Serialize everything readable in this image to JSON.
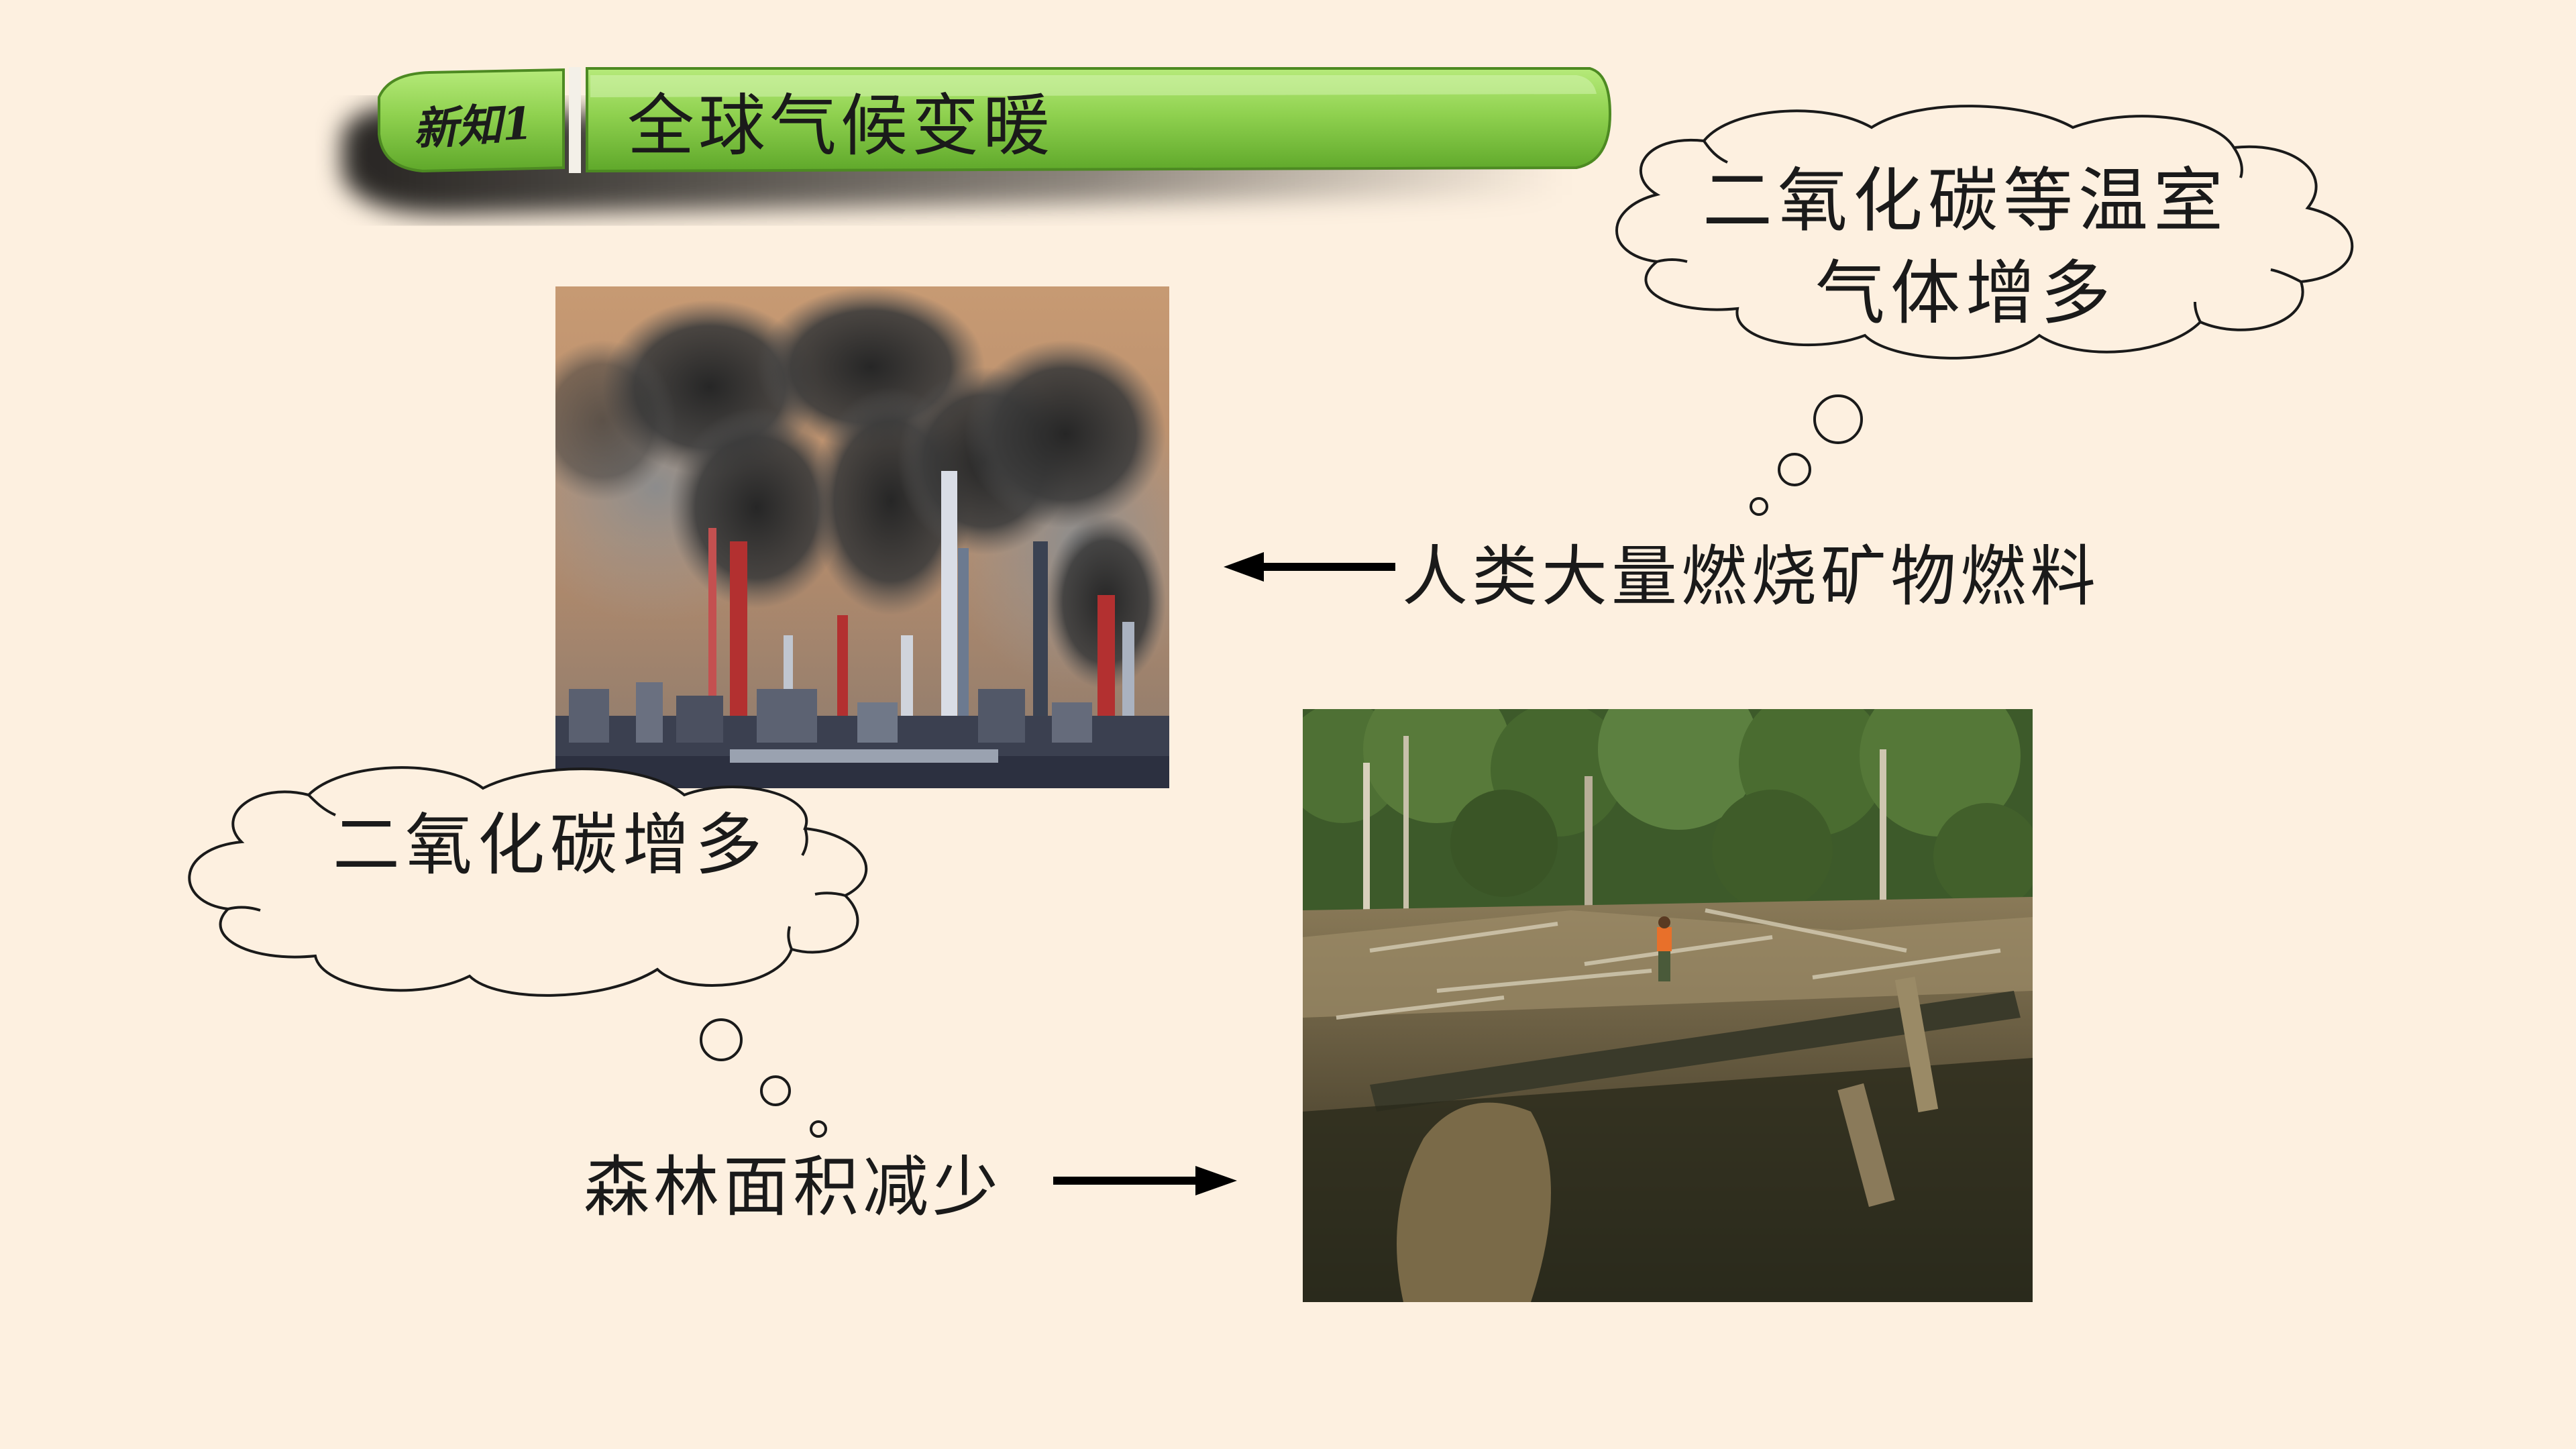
{
  "banner": {
    "badge": "新知1",
    "title": "全球气候变暖"
  },
  "images": {
    "factory": "factory-smoke-photo",
    "forest": "deforestation-photo"
  },
  "clouds": {
    "top": {
      "line1": "二氧化碳等温室",
      "line2": "气体增多"
    },
    "left": {
      "text": "二氧化碳增多"
    }
  },
  "captions": {
    "fossil_fuels": "人类大量燃烧矿物燃料",
    "forest_loss": "森林面积减少"
  },
  "colors": {
    "background": "#fdf0e0",
    "banner_green": "#8fd14f",
    "text": "#1a1a1a"
  }
}
